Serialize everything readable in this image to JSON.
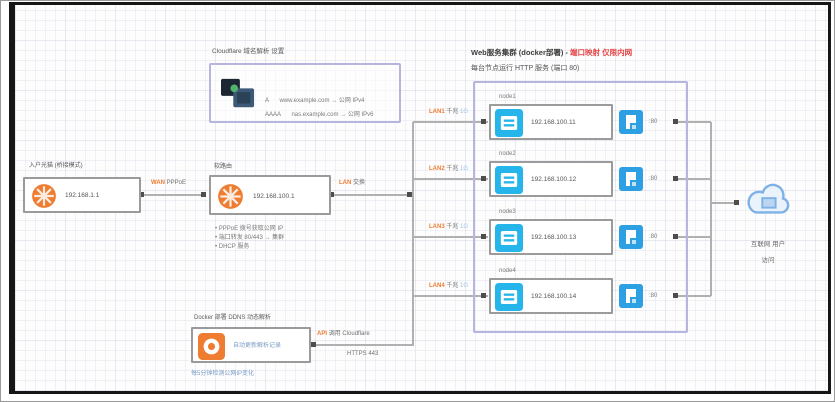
{
  "dns_box": {
    "label": "Cloudflare 域名解析 设置",
    "rows": [
      {
        "tag": "A",
        "text": "www.example.com → 公网 IPv4"
      },
      {
        "tag": "AAAA",
        "text": "nas.example.com → 公网 IPv6"
      }
    ]
  },
  "cluster": {
    "title": "Web服务集群 (docker部署) -",
    "title_red": "端口映射 仅限内网",
    "subtitle": "每台节点运行 HTTP 服务 (端口 80)",
    "nodes": [
      {
        "label": "node1",
        "ip": "192.168.100.11",
        "port": ":80"
      },
      {
        "label": "node2",
        "ip": "192.168.100.12",
        "port": ":80"
      },
      {
        "label": "node3",
        "ip": "192.168.100.13",
        "port": ":80"
      },
      {
        "label": "node4",
        "ip": "192.168.100.14",
        "port": ":80"
      }
    ]
  },
  "left_node": {
    "label": "入户光猫 (桥接模式)",
    "ip": "192.168.1.1"
  },
  "router": {
    "label": "软路由",
    "ip": "192.168.100.1",
    "notes": [
      "• PPPoE 拨号获取公网 IP",
      "• 端口转发 80/443 → 集群",
      "• DHCP 服务"
    ]
  },
  "ddns": {
    "label": "Docker 部署 DDNS 动态解析",
    "link": "自动更新解析记录",
    "note": "每5分钟检测公网IP变化"
  },
  "edges": {
    "wan": {
      "tag": "WAN",
      "text": "PPPoE"
    },
    "lan": {
      "tag": "LAN",
      "text": "交换"
    },
    "branches": [
      {
        "tag": "LAN1",
        "text": "千兆",
        "extra": "1G"
      },
      {
        "tag": "LAN2",
        "text": "千兆",
        "extra": "1G"
      },
      {
        "tag": "LAN3",
        "text": "千兆",
        "extra": "1G"
      },
      {
        "tag": "LAN4",
        "text": "千兆",
        "extra": "1G"
      }
    ],
    "api": {
      "tag": "API",
      "text": "调用 Cloudflare",
      "below": "HTTPS 443"
    }
  },
  "cloud": {
    "line1": "互联网 用户",
    "line2": "访问"
  },
  "colors": {
    "accent_orange": "#ee7d31",
    "accent_cyan": "#25b5ea",
    "accent_blue": "#2d9fe3",
    "border_purple": "#b5b5e0",
    "title_red": "#e54545",
    "link_blue": "#7a9cc6",
    "line_gray": "#b0b0b0"
  }
}
